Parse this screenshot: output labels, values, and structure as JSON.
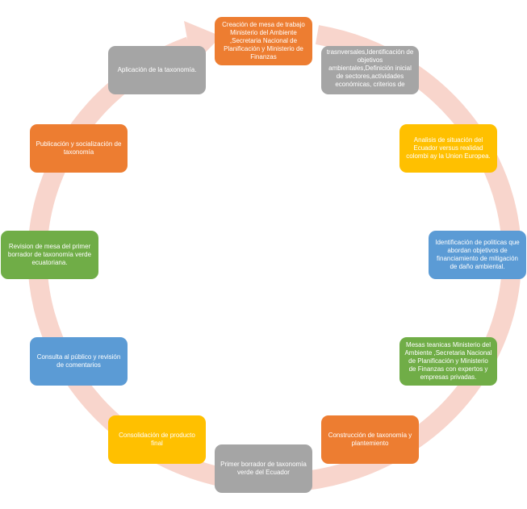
{
  "colors": {
    "orange": "#ED7D31",
    "gray": "#A5A5A5",
    "yellow": "#FFC000",
    "blue": "#5B9BD5",
    "green": "#70AD47",
    "ring": "#F8D5CC"
  },
  "steps": [
    {
      "label": "Creación de mesa de trabajo Ministerio del Ambiente ,Secretaria  Nacional de Planificación y Ministerio de Finanzas",
      "color": "orange"
    },
    {
      "label": "trasnversales,Identificación de objetivos ambientales,Definición inicial de sectores,actividades económicas, criterios de",
      "color": "gray"
    },
    {
      "label": "Analisis de situación del Ecuador versus  realidad colombi ay la Union Europea.",
      "color": "yellow"
    },
    {
      "label": "Identificación de politicas que abordan objetivos de financiamiento  de mitigación de daño ambiental.",
      "color": "blue"
    },
    {
      "label": "Mesas teanicas Ministerio del Ambiente ,Secretaria Nacional de Planificación y Ministerio de Finanzas con expertos y  empresas privadas.",
      "color": "green"
    },
    {
      "label": "Construcción de taxonomía y plantemiento",
      "color": "orange"
    },
    {
      "label": "Primer borrador de taxonomía verde del Ecuador",
      "color": "gray"
    },
    {
      "label": "Consolidación de producto final",
      "color": "yellow"
    },
    {
      "label": "Consulta al público y revisión de comentarios",
      "color": "blue"
    },
    {
      "label": "Revision de mesa  del primer borrador de taxonomía verde ecuatoriana.",
      "color": "green"
    },
    {
      "label": "Publicación y socialización de taxonomía",
      "color": "orange"
    },
    {
      "label": "Aplicación de la taxonomía.",
      "color": "gray"
    }
  ]
}
